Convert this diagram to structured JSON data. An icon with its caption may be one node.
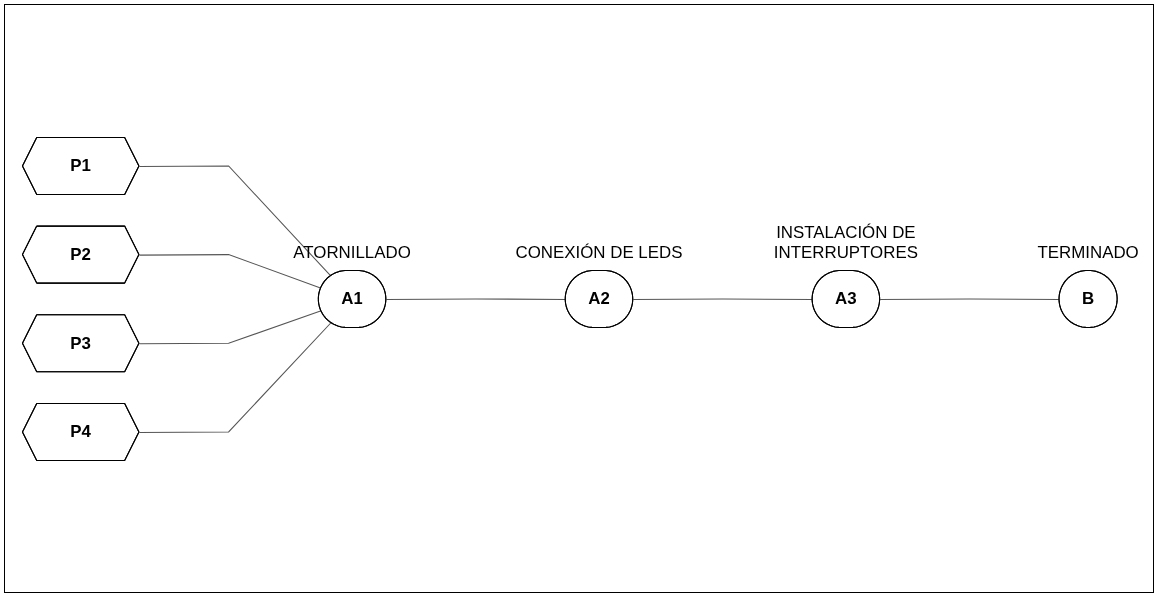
{
  "diagram": {
    "nodes": [
      {
        "text": [
          "P1"
        ]
      },
      {
        "text": [
          "P2"
        ]
      },
      {
        "text": [
          "P3"
        ]
      },
      {
        "text": [
          "P4"
        ]
      },
      {
        "text": [
          "A1"
        ],
        "beside": [
          "ATORNILLADO"
        ]
      },
      {
        "text": [
          "A2"
        ],
        "beside": [
          "CONEXIÓN DE LEDS"
        ]
      },
      {
        "text": [
          "A3"
        ],
        "beside": [
          "INSTALACIÓN DE INTERRUPTORES"
        ]
      },
      {
        "text": [
          "B"
        ],
        "beside": [
          "TERMINADO"
        ]
      }
    ],
    "edges": [
      {
        "from": 0,
        "to": 4,
        "arrow": "none"
      },
      {
        "from": 1,
        "to": 4,
        "arrow": "none"
      },
      {
        "from": 2,
        "to": 4,
        "arrow": "none"
      },
      {
        "from": 3,
        "to": 4,
        "arrow": "none"
      },
      {
        "from": 4,
        "to": 5,
        "arrow": "none"
      },
      {
        "from": 5,
        "to": 6,
        "arrow": "none"
      },
      {
        "from": 6,
        "to": 7,
        "arrow": "none"
      }
    ]
  }
}
